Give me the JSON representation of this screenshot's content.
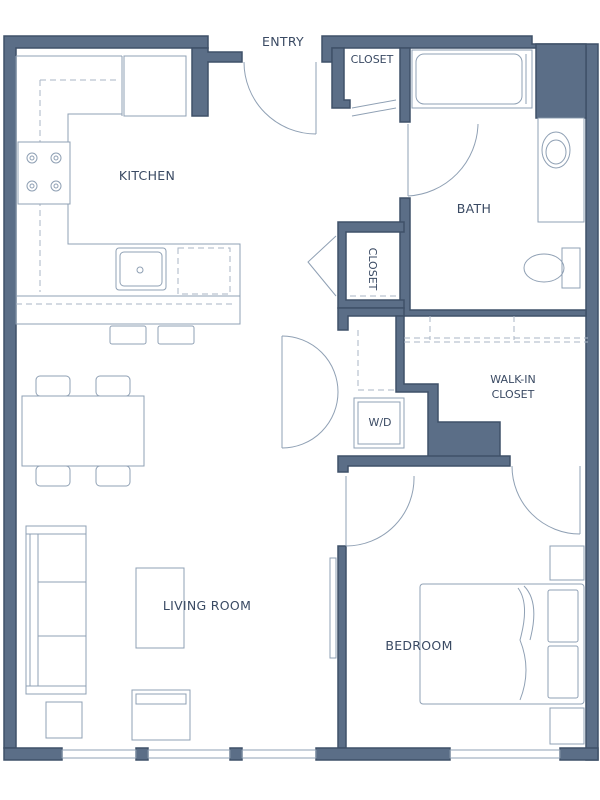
{
  "labels": {
    "entry": "ENTRY",
    "closet_top": "CLOSET",
    "kitchen": "KITCHEN",
    "bath": "BATH",
    "closet_mid": "CLOSET",
    "walk_in_1": "WALK-IN",
    "walk_in_2": "CLOSET",
    "wd": "W/D",
    "living_room": "LIVING ROOM",
    "bedroom": "BEDROOM"
  },
  "colors": {
    "wall": "#5b6e87",
    "wall_stroke": "#3f5068",
    "fixture_line": "#8fa0b4",
    "text": "#3a4a63"
  }
}
